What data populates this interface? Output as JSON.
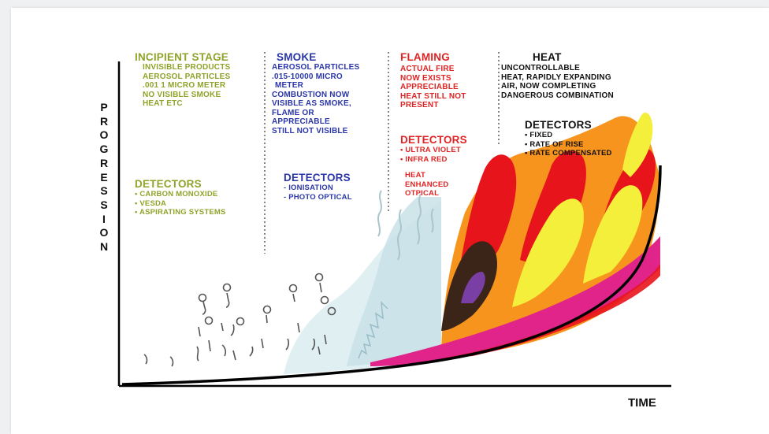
{
  "stages": [
    {
      "id": "incipient",
      "title": "INCIPIENT STAGE",
      "lines": [
        "INVISIBLE PRODUCTS",
        "AEROSOL PARTICLES",
        ".001 1 MICRO METER",
        "NO VISIBLE SMOKE",
        "HEAT ETC"
      ],
      "detectors_title": "DETECTORS",
      "detectors": [
        "CARBON MONOXIDE",
        "VESDA",
        "ASPIRATING SYSTEMS"
      ]
    },
    {
      "id": "smoke",
      "title": "SMOKE",
      "lines": [
        "AEROSOL PARTICLES",
        ".015-10000 MICRO",
        "METER",
        "COMBUSTION NOW",
        "VISIBLE AS SMOKE,",
        "FLAME OR",
        "APPRECIABLE",
        "STILL NOT VISIBLE"
      ],
      "detectors_title": "DETECTORS",
      "detectors": [
        "IONISATION",
        "PHOTO OPTICAL"
      ]
    },
    {
      "id": "flaming",
      "title": "FLAMING",
      "lines": [
        "ACTUAL FIRE",
        "NOW EXISTS",
        "APPRECIABLE",
        "HEAT STILL NOT",
        "PRESENT"
      ],
      "detectors_title": "DETECTORS",
      "detectors": [
        "ULTRA VIOLET",
        "INFRA RED"
      ],
      "extra": [
        "HEAT",
        "ENHANCED",
        "OTPICAL"
      ]
    },
    {
      "id": "heat",
      "title": "HEAT",
      "lines": [
        "UNCONTROLLABLE",
        "HEAT, RAPIDLY EXPANDING",
        "AIR, NOW COMPLETING",
        "DANGEROUS COMBINATION"
      ],
      "detectors_title": "DETECTORS",
      "detectors": [
        "FIXED",
        "RATE OF RISE",
        "RATE COMPENSATED"
      ]
    }
  ],
  "axes": {
    "y_label": "PROGRESSION",
    "x_label": "TIME"
  },
  "colors": {
    "incipient": "#8fa32a",
    "smoke": "#2a36a8",
    "flaming": "#e02424",
    "heat": "#111111",
    "flame_red": "#e8141c",
    "flame_orange": "#f7941d",
    "flame_yellow": "#f4ef3a",
    "flame_magenta": "#e0248a",
    "smoke_pale": "#d8ecf0"
  }
}
